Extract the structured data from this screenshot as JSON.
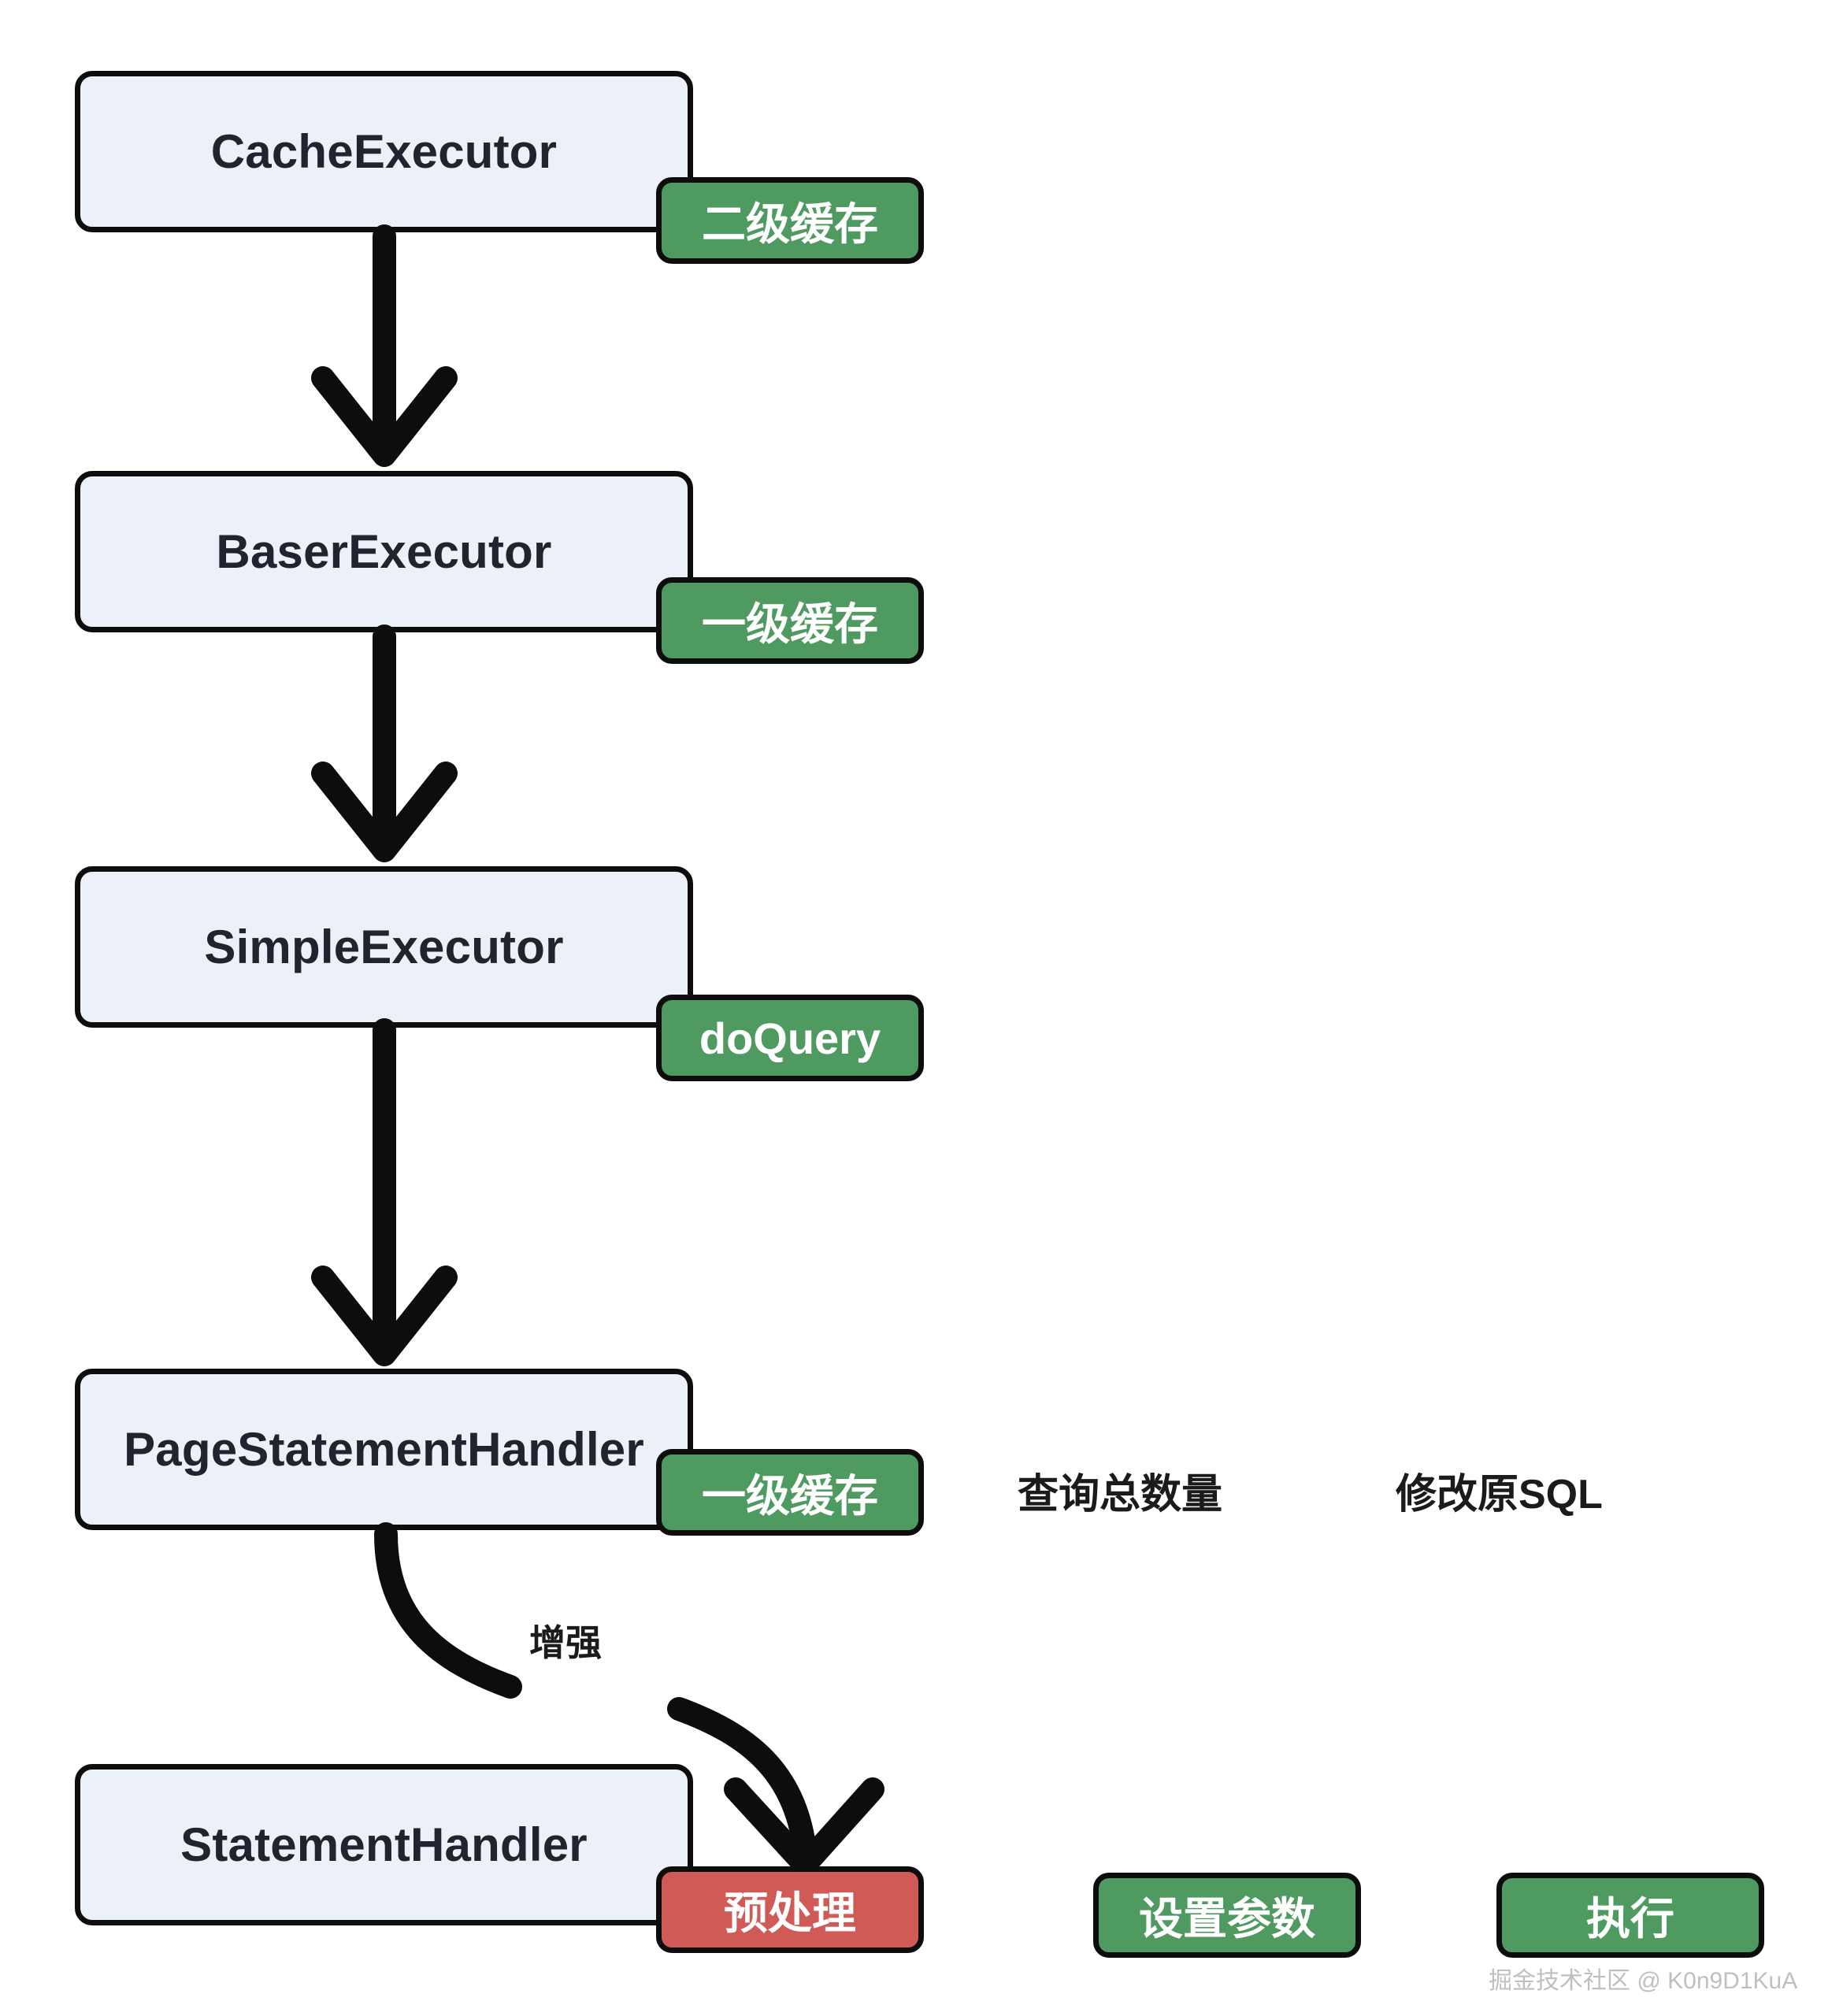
{
  "diagram": {
    "title": "MyBatis Executor / StatementHandler call chain",
    "colors": {
      "node_fill": "#ECF0F9",
      "node_stroke": "#0d0d0d",
      "badge_green": "#4F9A61",
      "badge_red": "#CF5A56",
      "badge_text": "#ffffff",
      "node_text": "#20242e",
      "annotation_text": "#1b1b1b",
      "watermark_text": "#bfbfbf",
      "background": "#ffffff"
    },
    "nodes": [
      {
        "id": "cache-executor",
        "label": "CacheExecutor"
      },
      {
        "id": "baser-executor",
        "label": "BaserExecutor"
      },
      {
        "id": "simple-executor",
        "label": "SimpleExecutor"
      },
      {
        "id": "page-statement-handler",
        "label": "PageStatementHandler"
      },
      {
        "id": "statement-handler",
        "label": "StatementHandler"
      }
    ],
    "badges": [
      {
        "id": "badge-second-level-cache",
        "label": "二级缓存",
        "color": "green"
      },
      {
        "id": "badge-first-level-cache",
        "label": "一级缓存",
        "color": "green"
      },
      {
        "id": "badge-do-query",
        "label": "doQuery",
        "color": "green"
      },
      {
        "id": "badge-first-level-cache-2",
        "label": "一级缓存",
        "color": "green"
      },
      {
        "id": "badge-prepare",
        "label": "预处理",
        "color": "red"
      }
    ],
    "buttons": [
      {
        "id": "button-set-parameters",
        "label": "设置参数"
      },
      {
        "id": "button-execute",
        "label": "执行"
      }
    ],
    "annotations": [
      {
        "id": "anno-query-total-count",
        "label": "查询总数量"
      },
      {
        "id": "anno-modify-origin-sql",
        "label": "修改原SQL"
      }
    ],
    "edges": [
      {
        "id": "edge-cache-to-baser",
        "from": "cache-executor",
        "to": "baser-executor",
        "label": ""
      },
      {
        "id": "edge-baser-to-simple",
        "from": "baser-executor",
        "to": "simple-executor",
        "label": ""
      },
      {
        "id": "edge-simple-to-page",
        "from": "simple-executor",
        "to": "page-statement-handler",
        "label": ""
      },
      {
        "id": "edge-page-to-prepare",
        "from": "page-statement-handler",
        "to": "badge-prepare",
        "label": "增强"
      }
    ],
    "watermark": "掘金技术社区 @ K0n9D1KuA"
  }
}
